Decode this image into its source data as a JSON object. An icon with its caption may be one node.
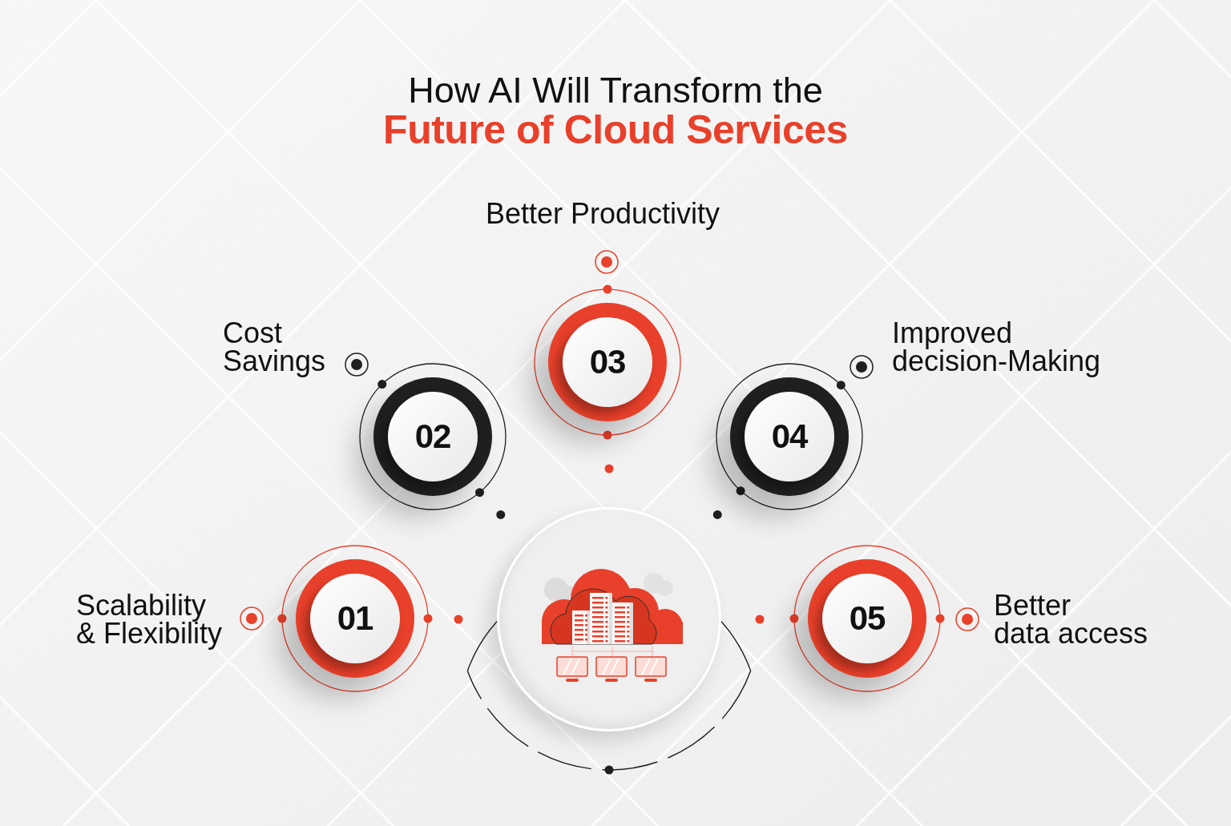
{
  "diagram": {
    "title": "How AI Will Transform the **Future of Cloud Services**",
    "nodes": [
      {
        "text": [
          "01"
        ],
        "beside": [
          "Scalability & Flexibility"
        ]
      },
      {
        "text": [
          "02"
        ],
        "beside": [
          "Cost Savings"
        ]
      },
      {
        "text": [
          "03"
        ],
        "beside": [
          "Better Productivity"
        ]
      },
      {
        "text": [
          "04"
        ],
        "beside": [
          "Improved decision-Making"
        ]
      },
      {
        "text": [
          "05"
        ],
        "beside": [
          "Better data access"
        ]
      },
      {
        "text": [],
        "shape": "circle"
      }
    ]
  }
}
